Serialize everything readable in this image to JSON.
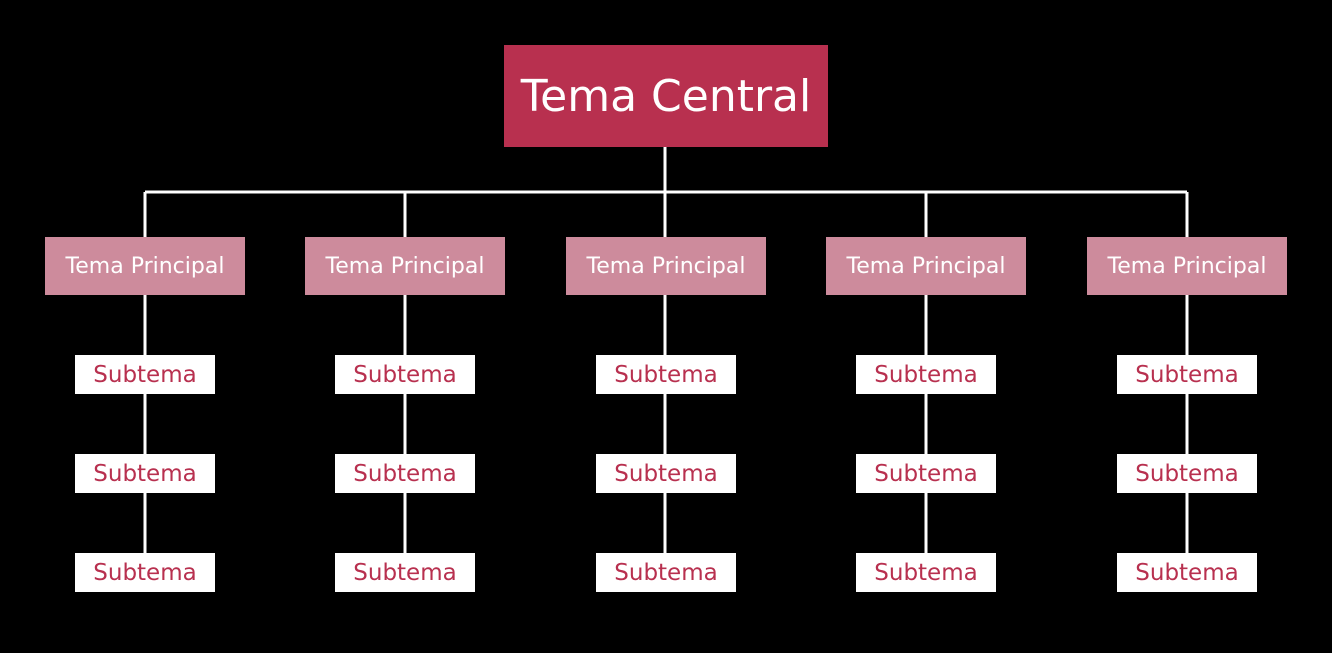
{
  "central": {
    "label": "Tema Central"
  },
  "branches": [
    {
      "label": "Tema Principal",
      "subtopics": [
        "Subtema",
        "Subtema",
        "Subtema"
      ]
    },
    {
      "label": "Tema Principal",
      "subtopics": [
        "Subtema",
        "Subtema",
        "Subtema"
      ]
    },
    {
      "label": "Tema Principal",
      "subtopics": [
        "Subtema",
        "Subtema",
        "Subtema"
      ]
    },
    {
      "label": "Tema Principal",
      "subtopics": [
        "Subtema",
        "Subtema",
        "Subtema"
      ]
    },
    {
      "label": "Tema Principal",
      "subtopics": [
        "Subtema",
        "Subtema",
        "Subtema"
      ]
    }
  ],
  "colors": {
    "background": "#000000",
    "central_fill": "#B8304F",
    "principal_fill": "#CD8B9C",
    "subtopic_fill": "#FFFFFF",
    "subtopic_text": "#B8304F",
    "connector": "#FFFFFF"
  }
}
